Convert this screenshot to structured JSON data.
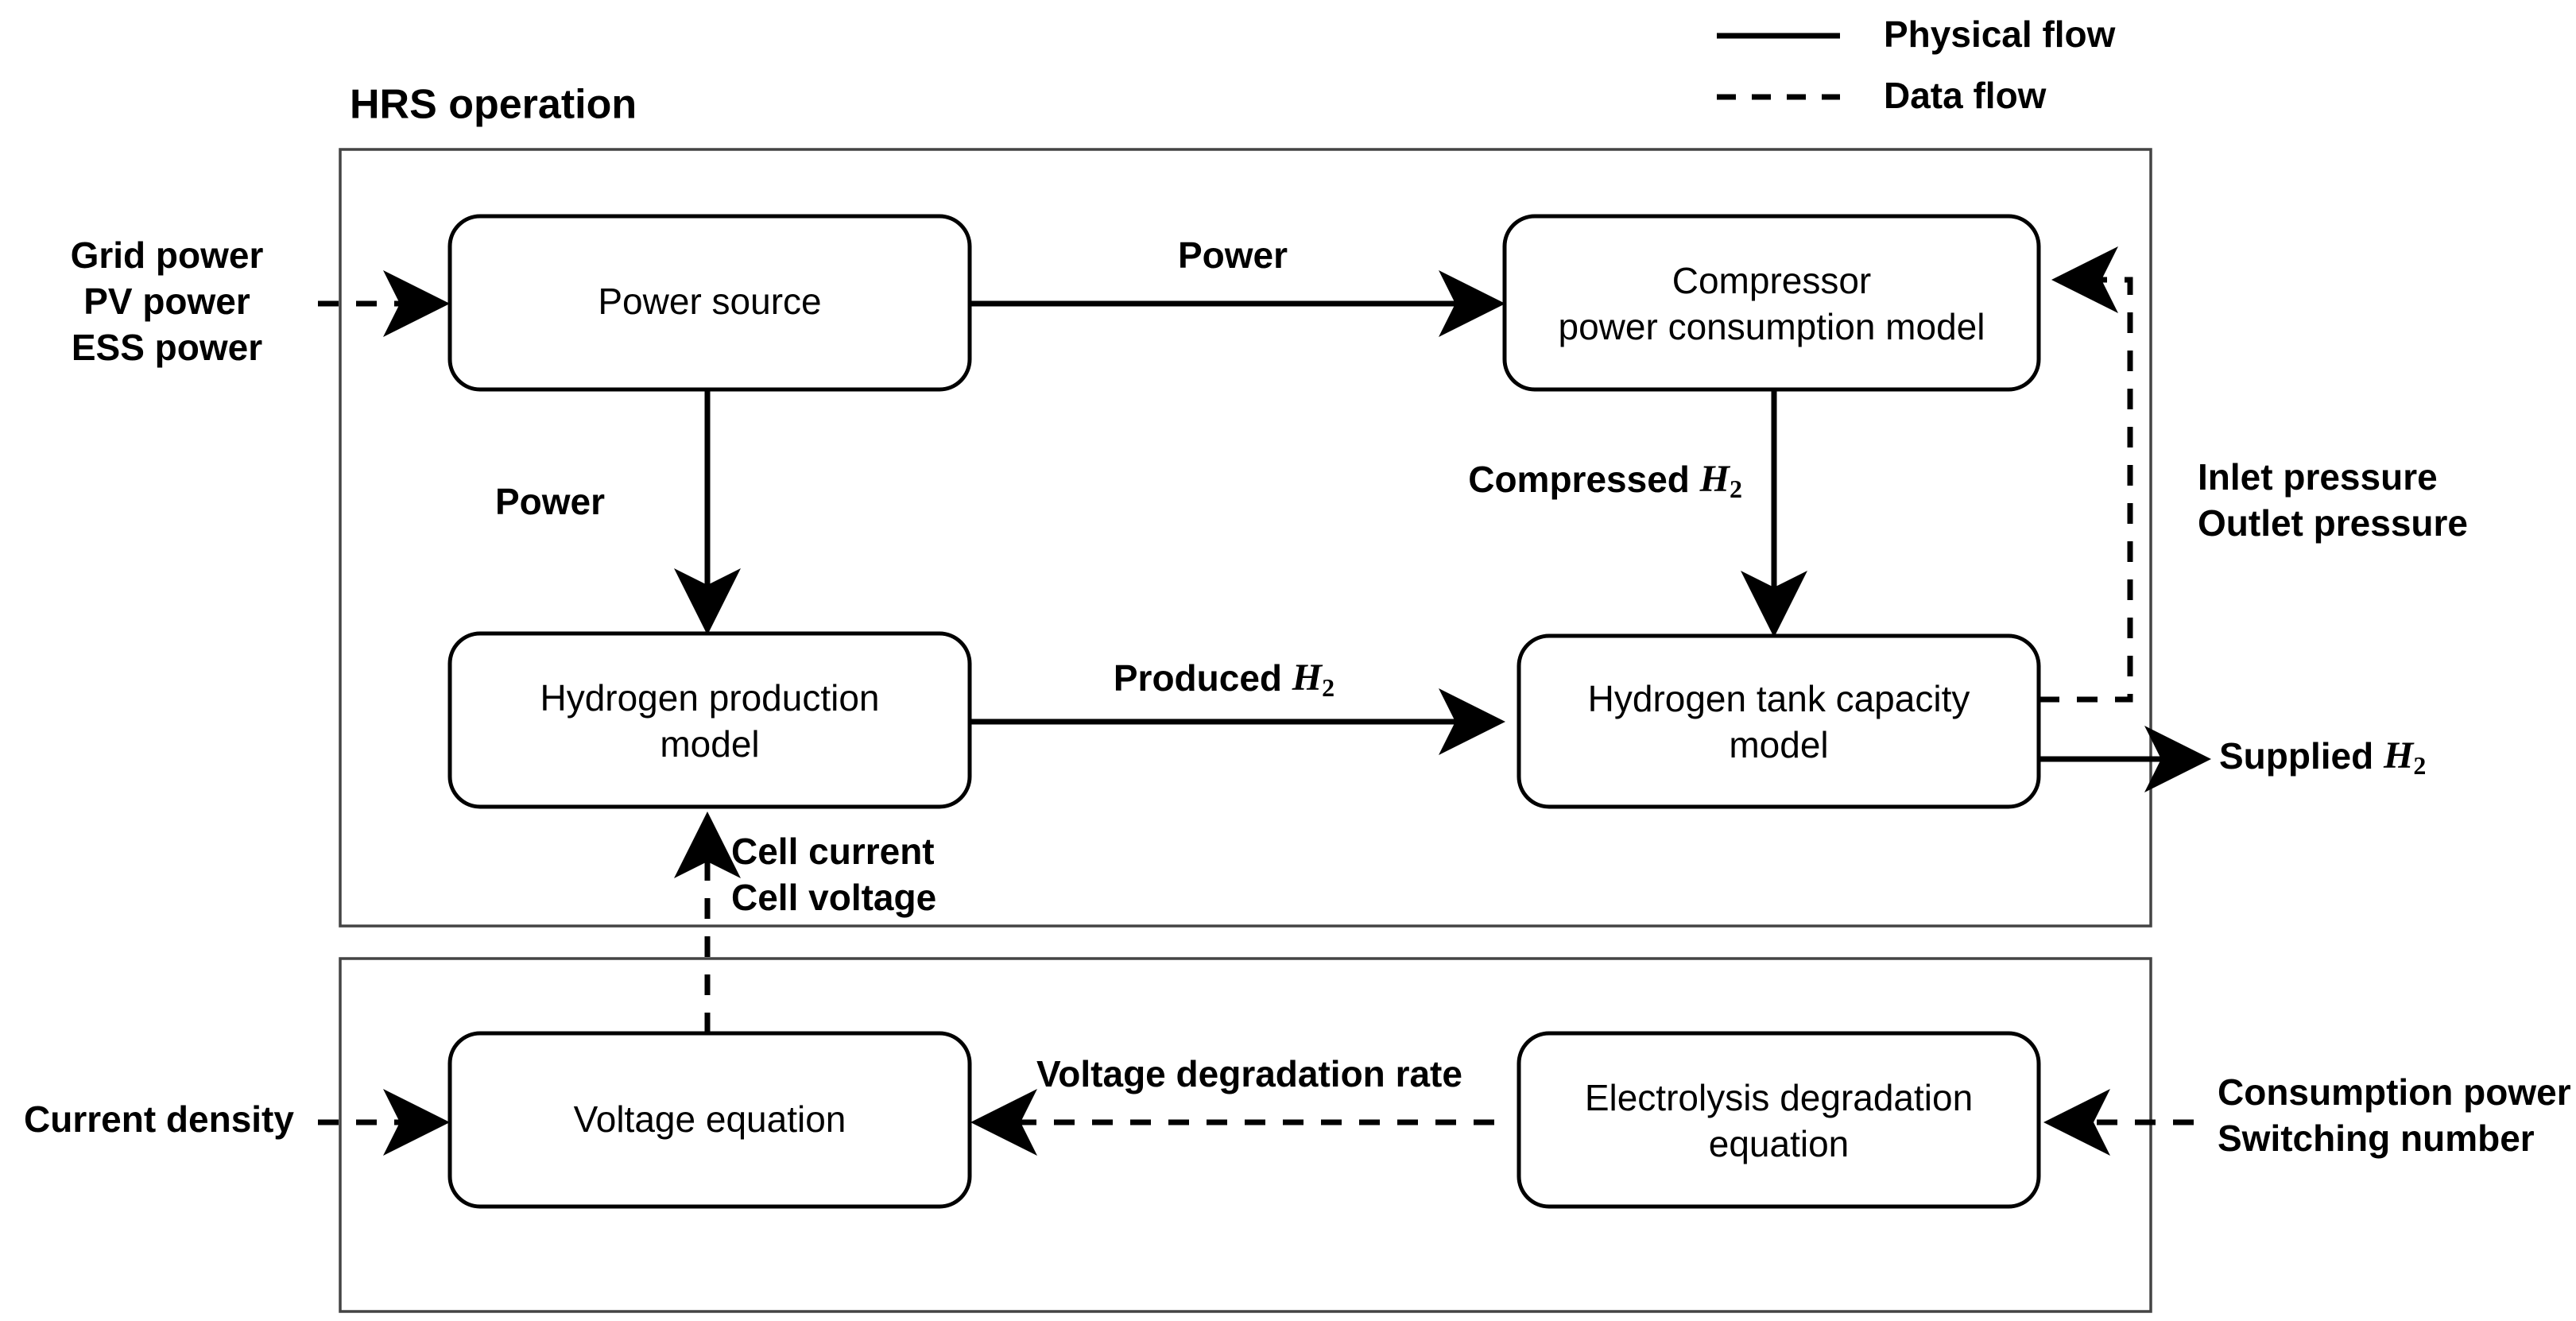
{
  "figure": {
    "title": "HRS operation",
    "bottom_section_title": ""
  },
  "legend": {
    "items": [
      {
        "label": "Physical flow",
        "style": "solid"
      },
      {
        "label": "Data  flow",
        "style": "dashed"
      }
    ]
  },
  "nodes": {
    "power_source": {
      "label": "Power source"
    },
    "compressor": {
      "label_line1": "Compressor",
      "label_line2": "power consumption model"
    },
    "hydrogen_production": {
      "label_line1": "Hydrogen production",
      "label_line2": "model"
    },
    "hydrogen_tank": {
      "label_line1": "Hydrogen tank capacity",
      "label_line2": "model"
    },
    "voltage_equation": {
      "label": "Voltage equation"
    },
    "electrolysis_degradation": {
      "label_line1": "Electrolysis degradation",
      "label_line2": "equation"
    }
  },
  "external_inputs": {
    "left_top": {
      "line1": "Grid power",
      "line2": "PV power",
      "line3": "ESS power"
    },
    "left_bottom": {
      "line1": "Current density"
    },
    "right_top": {
      "line1": "Inlet pressure",
      "line2": "Outlet pressure"
    },
    "right_bottom": {
      "line1": "Consumption power",
      "line2": "Switching  number"
    }
  },
  "external_outputs": {
    "supplied": {
      "text": "Supplied ",
      "formula_base": "H",
      "formula_sub": "2"
    }
  },
  "edge_labels": {
    "power_horizontal": "Power",
    "power_vertical": "Power",
    "compressed_h2": {
      "text": "Compressed ",
      "formula_base": "H",
      "formula_sub": "2"
    },
    "produced_h2": {
      "text": "Produced ",
      "formula_base": "H",
      "formula_sub": "2"
    },
    "cell_signals": {
      "line1": "Cell current",
      "line2": "Cell voltage"
    },
    "voltage_degradation_rate": "Voltage degradation rate"
  },
  "colors": {
    "frame_stroke": "#444444",
    "node_stroke": "#000000",
    "flow_stroke": "#000000",
    "background": "#ffffff"
  }
}
